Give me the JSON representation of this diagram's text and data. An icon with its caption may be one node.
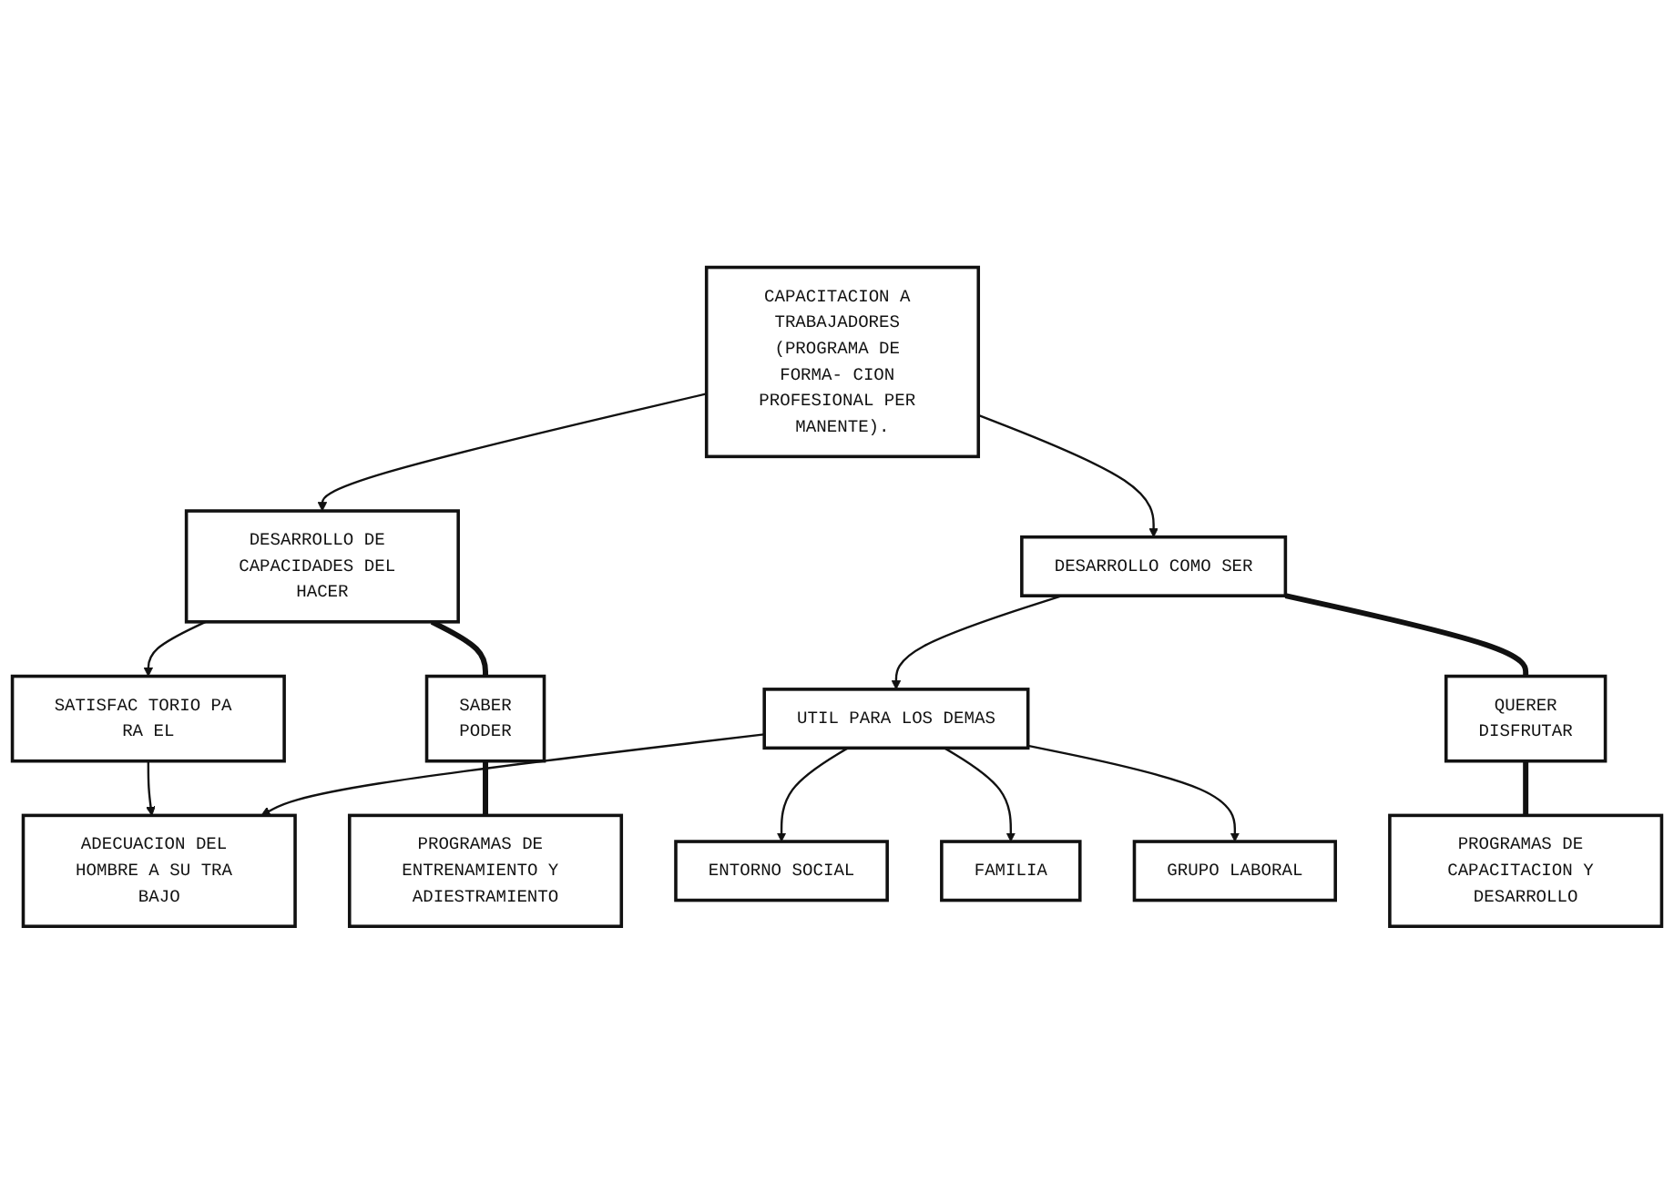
{
  "diagram": {
    "nodes": [
      {
        "text": [
          "CAPACITACION A TRABAJADORES (PROGRAMA DE FORMA- CION PROFESIONAL PER MANENTE)."
        ]
      },
      {
        "text": [
          "DESARROLLO DE CAPACIDADES DEL HACER"
        ]
      },
      {
        "text": [
          "DESARROLLO COMO SER"
        ]
      },
      {
        "text": [
          "SABER",
          "PODER"
        ]
      },
      {
        "text": [
          "SATISFAC TORIO PA RA EL"
        ]
      },
      {
        "text": [
          "UTIL PARA LOS DEMAS"
        ]
      },
      {
        "text": [
          "QUERER",
          "DISFRUTAR"
        ]
      },
      {
        "text": [
          "ADECUACION DEL HOMBRE A SU TRA BAJO"
        ]
      },
      {
        "text": [
          "PROGRAMAS DE ENTRENAMIENTO Y ADIESTRAMIENTO"
        ]
      },
      {
        "text": [
          "PROGRAMAS DE CAPACITACION Y DESARROLLO"
        ]
      },
      {
        "text": [
          "ENTORNO SOCIAL"
        ]
      },
      {
        "text": [
          "FAMILIA"
        ]
      },
      {
        "text": [
          "GRUPO LABORAL"
        ]
      }
    ],
    "edges": [
      {
        "from": 0,
        "to": 1,
        "arrow": "to"
      },
      {
        "from": 0,
        "to": 2,
        "arrow": "to"
      },
      {
        "from": 1,
        "to": 4,
        "arrow": "to"
      },
      {
        "from": 2,
        "to": 5,
        "arrow": "to"
      },
      {
        "from": 4,
        "to": 7,
        "arrow": "to"
      },
      {
        "from": 5,
        "to": 7,
        "arrow": "to"
      },
      {
        "from": 5,
        "to": 10,
        "arrow": "to"
      },
      {
        "from": 5,
        "to": 11,
        "arrow": "to"
      },
      {
        "from": 5,
        "to": 12,
        "arrow": "to"
      },
      {
        "from": 1,
        "to": 3,
        "arrow": "none",
        "style": "thick"
      },
      {
        "from": 3,
        "to": 8,
        "arrow": "none",
        "style": "thick"
      },
      {
        "from": 2,
        "to": 6,
        "arrow": "none",
        "style": "thick"
      },
      {
        "from": 6,
        "to": 9,
        "arrow": "none",
        "style": "thick"
      }
    ]
  }
}
